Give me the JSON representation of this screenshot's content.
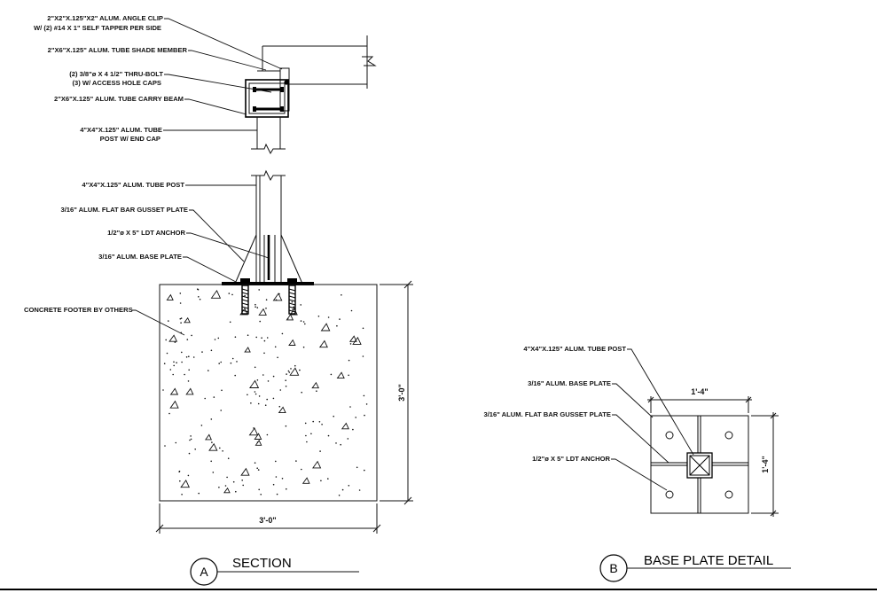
{
  "section_a": {
    "bubble": "A",
    "title": "SECTION",
    "labels": {
      "angle_clip_1": "2\"X2\"X.125\"X2\" ALUM. ANGLE CLIP",
      "angle_clip_2": "W/ (2) #14 X 1\" SELF TAPPER PER SIDE",
      "shade_member": "2\"X6\"X.125\" ALUM. TUBE SHADE MEMBER",
      "thru_bolt_1": "(2) 3/8\"ø X 4 1/2\" THRU-BOLT",
      "thru_bolt_2": "(3) W/ ACCESS HOLE CAPS",
      "carry_beam": "2\"X6\"X.125\" ALUM. TUBE CARRY BEAM",
      "post_top_1": "4\"X4\"X.125\" ALUM. TUBE",
      "post_top_2": "POST W/ END CAP",
      "post": "4\"X4\"X.125\" ALUM. TUBE POST",
      "gusset": "3/16\" ALUM. FLAT BAR GUSSET PLATE",
      "anchor": "1/2\"ø X 5\" LDT ANCHOR",
      "base_plate": "3/16\" ALUM. BASE PLATE",
      "footer": "CONCRETE FOOTER BY OTHERS"
    },
    "dim_width": "3'-0\"",
    "dim_height": "3'-0\""
  },
  "section_b": {
    "bubble": "B",
    "title": "BASE PLATE DETAIL",
    "labels": {
      "post": "4\"X4\"X.125\" ALUM. TUBE POST",
      "base_plate": "3/16\" ALUM. BASE PLATE",
      "gusset": "3/16\" ALUM. FLAT BAR GUSSET PLATE",
      "anchor": "1/2\"ø X 5\" LDT ANCHOR"
    },
    "dim_width": "1'-4\"",
    "dim_height": "1'-4\""
  }
}
